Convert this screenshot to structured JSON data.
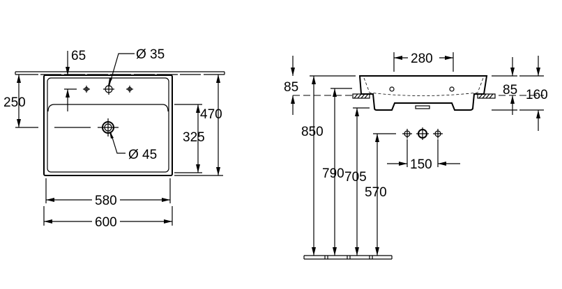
{
  "top_view": {
    "dims": {
      "overflow_offset": "65",
      "tap_hole_diameter": "Ø 35",
      "tap_to_drain": "250",
      "depth_total": "470",
      "bowl_depth": "325",
      "drain_diameter": "Ø 45",
      "inner_width": "580",
      "outer_width": "600"
    }
  },
  "side_view": {
    "dims": {
      "overflow_spacing": "280",
      "rim_height_left": "85",
      "rim_height_right": "85",
      "total_height": "160",
      "top_height": "850",
      "counter_height": "790",
      "bottom_height": "705",
      "valve_height": "570",
      "valve_spacing": "150"
    }
  }
}
